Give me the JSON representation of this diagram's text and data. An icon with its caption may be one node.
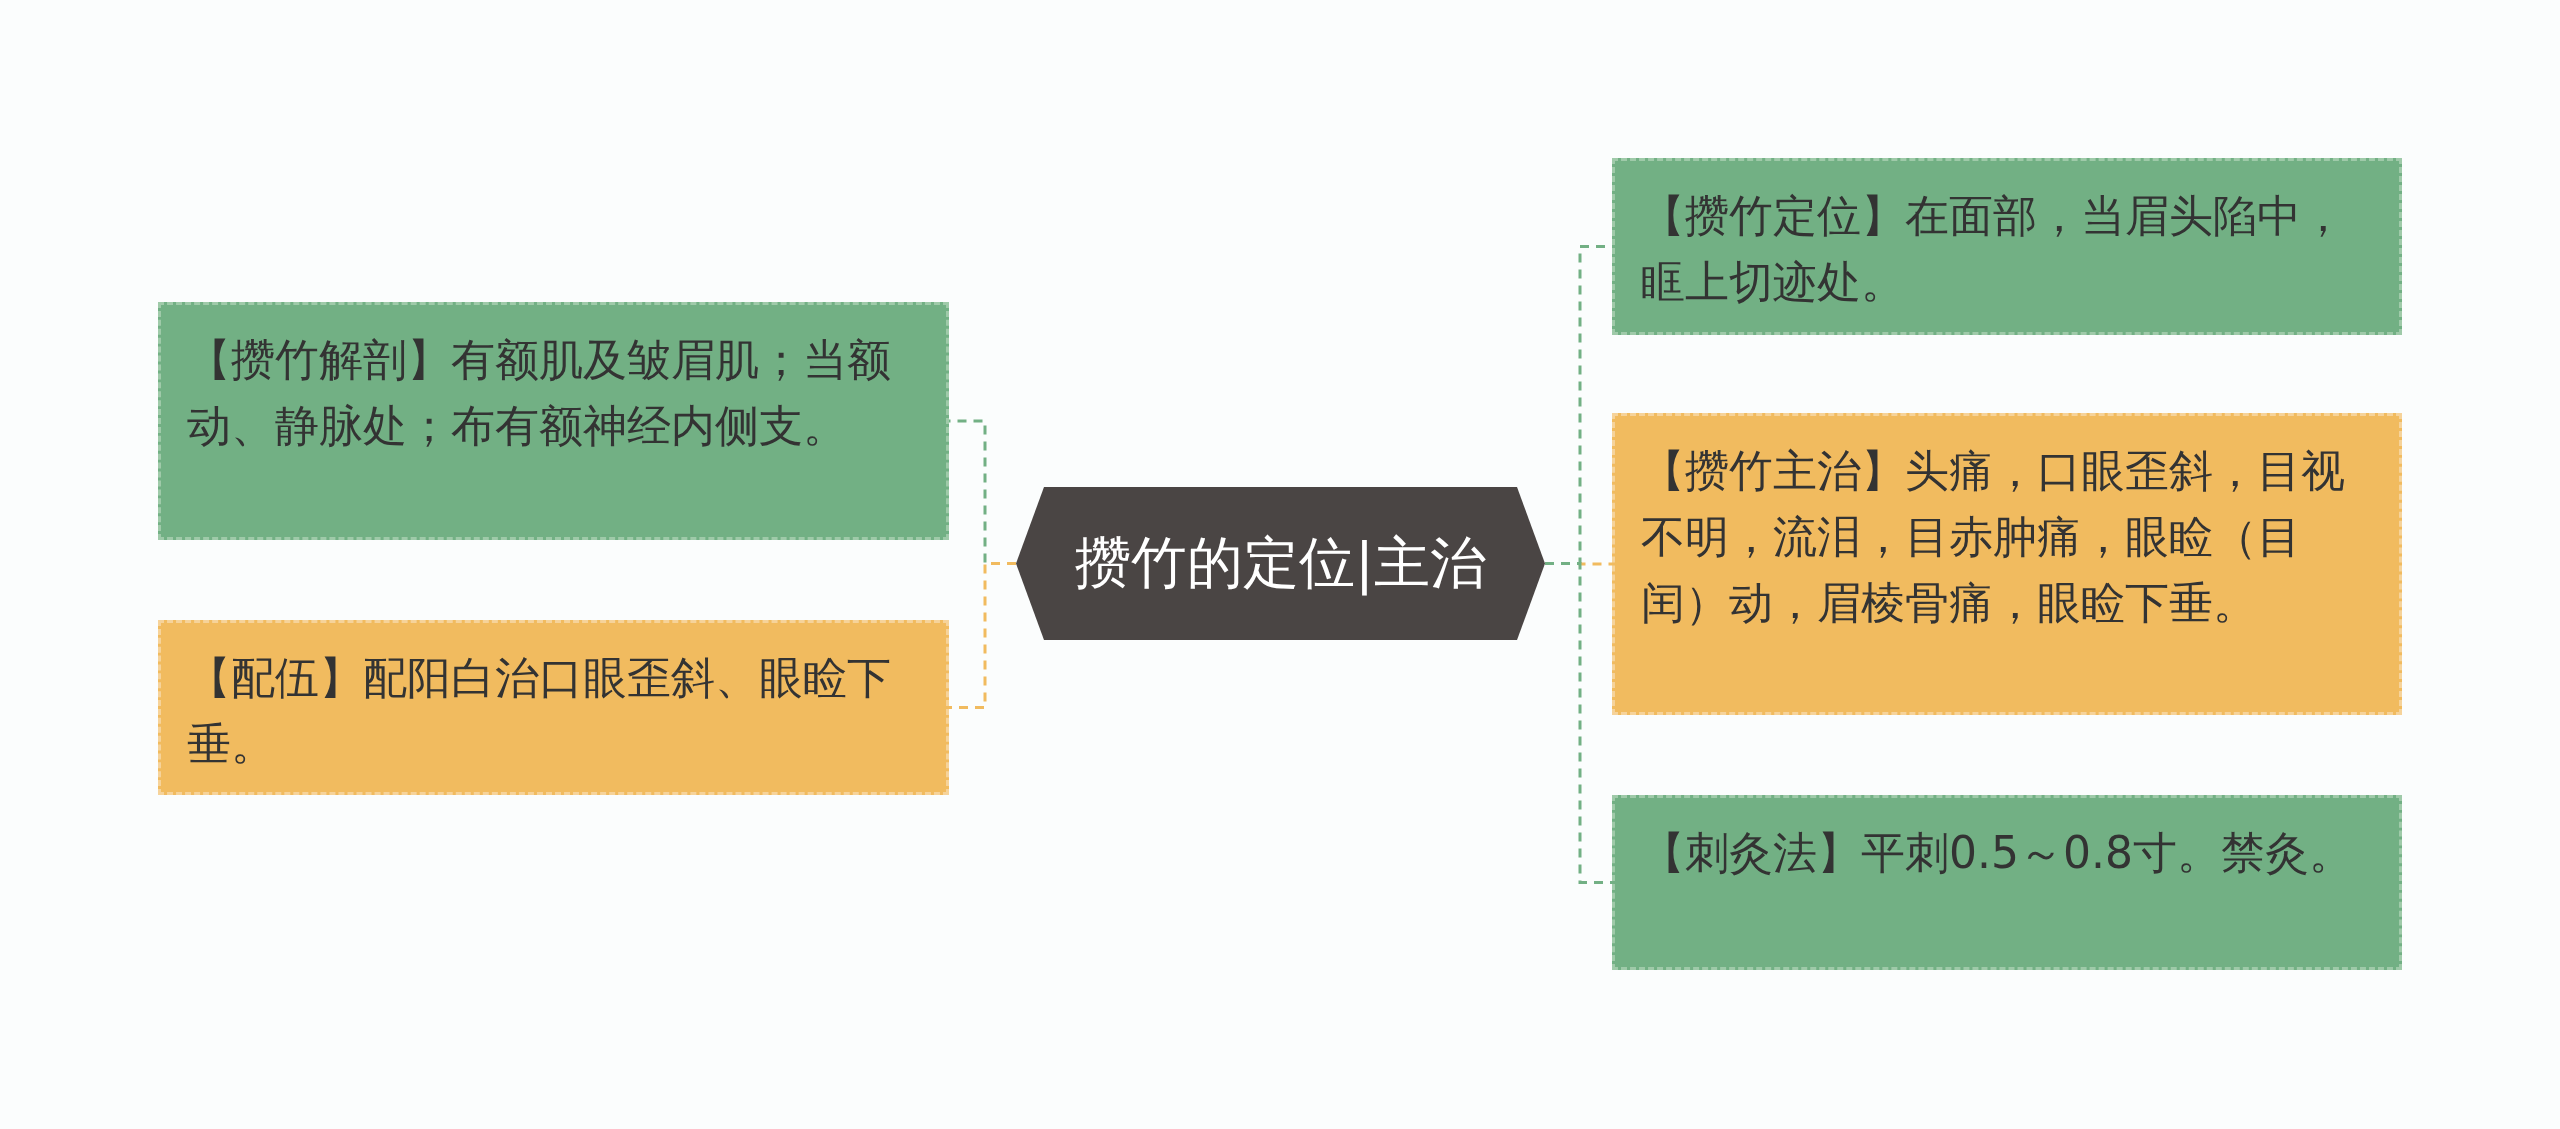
{
  "diagram": {
    "nodes": [
      {
        "text": [
          "攒竹的定位|主治"
        ]
      },
      {
        "text": [
          "【攒竹解剖】有额肌及皱眉肌；当额动、静脉处；布有额神经内侧支。"
        ]
      },
      {
        "text": [
          "【配伍】配阳白治口眼歪斜、眼睑下垂。"
        ]
      },
      {
        "text": [
          "【攒竹定位】在面部，当眉头陷中，眶上切迹处。"
        ]
      },
      {
        "text": [
          "【攒竹主治】头痛，口眼歪斜，目视不明，流泪，目赤肿痛，眼睑（目闰）动，眉棱骨痛，眼睑下垂。"
        ]
      },
      {
        "text": [
          "【刺灸法】平刺0.5～0.8寸。禁灸。"
        ]
      }
    ],
    "edges": [
      {
        "from": 0,
        "to": 1,
        "arrow": "none",
        "style": "dashed"
      },
      {
        "from": 0,
        "to": 2,
        "arrow": "none",
        "style": "dashed",
        "color": "#f1bb5f"
      },
      {
        "from": 0,
        "to": 3,
        "arrow": "none",
        "style": "dashed"
      },
      {
        "from": 0,
        "to": 4,
        "arrow": "none",
        "style": "dashed",
        "color": "#f1bb5f"
      },
      {
        "from": 0,
        "to": 5,
        "arrow": "none",
        "style": "dashed"
      }
    ]
  }
}
